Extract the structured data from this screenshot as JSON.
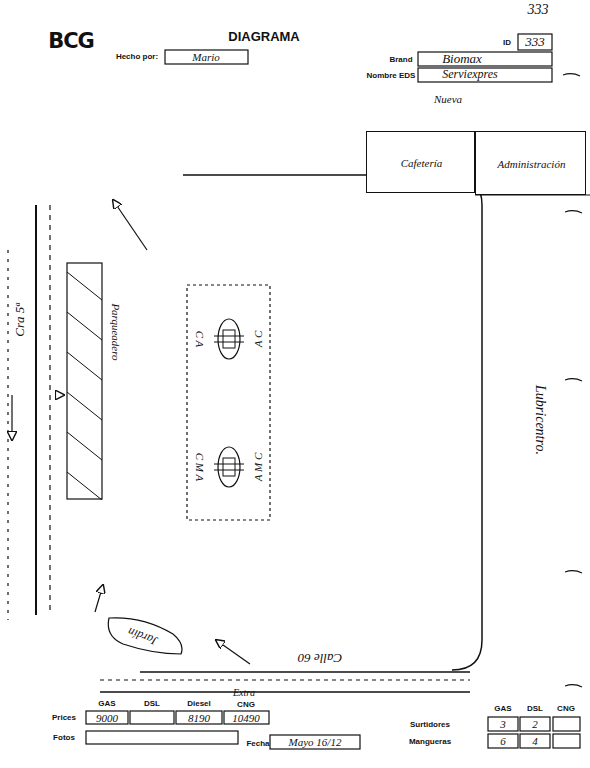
{
  "diagram": {
    "title": "DIAGRAMA",
    "nodes": [
      {
        "text": [
          "Cafetería"
        ]
      },
      {
        "text": [
          "Administración"
        ]
      },
      {
        "text": [
          "Parqueadero"
        ]
      },
      {
        "text": [
          "C A",
          "A C"
        ]
      },
      {
        "text": [
          "C M A",
          "A M C"
        ]
      },
      {
        "text": [
          "Jardín"
        ]
      }
    ],
    "labels": [
      "333",
      "BCG",
      "Hecho por:",
      "Mario",
      "ID",
      "333",
      "Brand",
      "Biomax",
      "Nombre EDS",
      "Serviexpres",
      "Nueva",
      "Cra 5ª",
      "Lubricentro.",
      "Calle 60",
      "GAS",
      "DSL",
      "Diesel",
      "Extra",
      "CNG",
      "Prices",
      "9000",
      "8190",
      "10490",
      "Fotos",
      "Fecha",
      "Mayo 16/12",
      "GAS",
      "DSL",
      "CNG",
      "Surtidores",
      "3",
      "2",
      "Mangueras",
      "6",
      "4"
    ]
  }
}
